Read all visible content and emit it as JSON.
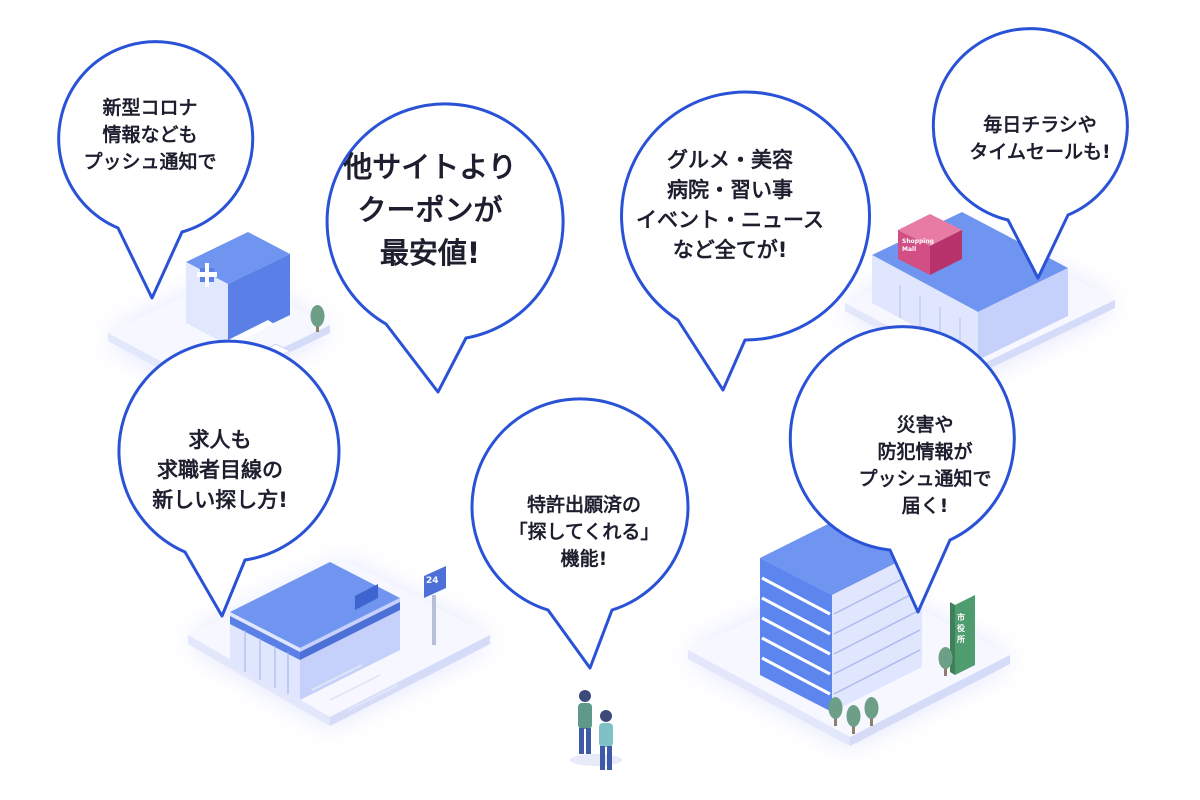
{
  "colors": {
    "bubble_stroke": "#2a52d6",
    "building_blue": "#5c85ee",
    "glow": "#c9cffc",
    "tree": "#6d9e86"
  },
  "bubbles": {
    "corona": {
      "lines": [
        "新型コロナ",
        "情報なども",
        "プッシュ通知で"
      ]
    },
    "coupon": {
      "lines": [
        "他サイトより",
        "クーポンが",
        "最安値!"
      ]
    },
    "gourmet": {
      "lines": [
        "グルメ・美容",
        "病院・習い事",
        "イベント・ニュース",
        "など全てが!"
      ]
    },
    "flyer": {
      "lines": [
        "毎日チラシや",
        "タイムセールも!"
      ]
    },
    "jobs": {
      "lines": [
        "求人も",
        "求職者目線の",
        "新しい探し方!"
      ]
    },
    "patent": {
      "lines": [
        "特許出願済の",
        "「探してくれる」",
        "機能!"
      ]
    },
    "disaster": {
      "lines": [
        "災害や",
        "防犯情報が",
        "プッシュ通知で",
        "届く!"
      ]
    }
  },
  "signs": {
    "convenience": "24",
    "cityhall": "市役所",
    "mall": "Shopping Mall"
  }
}
